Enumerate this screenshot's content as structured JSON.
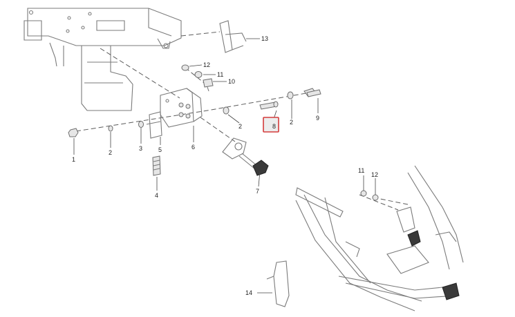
{
  "callouts": {
    "c1": "1",
    "c2a": "2",
    "c2b": "2",
    "c2c": "2",
    "c3": "3",
    "c4": "4",
    "c5": "5",
    "c6": "6",
    "c7": "7",
    "c8": "8",
    "c9": "9",
    "c10": "10",
    "c11a": "11",
    "c11b": "11",
    "c12a": "12",
    "c12b": "12",
    "c13": "13",
    "c14": "14"
  },
  "highlight": {
    "part": "8",
    "color": "#d43a3a"
  }
}
